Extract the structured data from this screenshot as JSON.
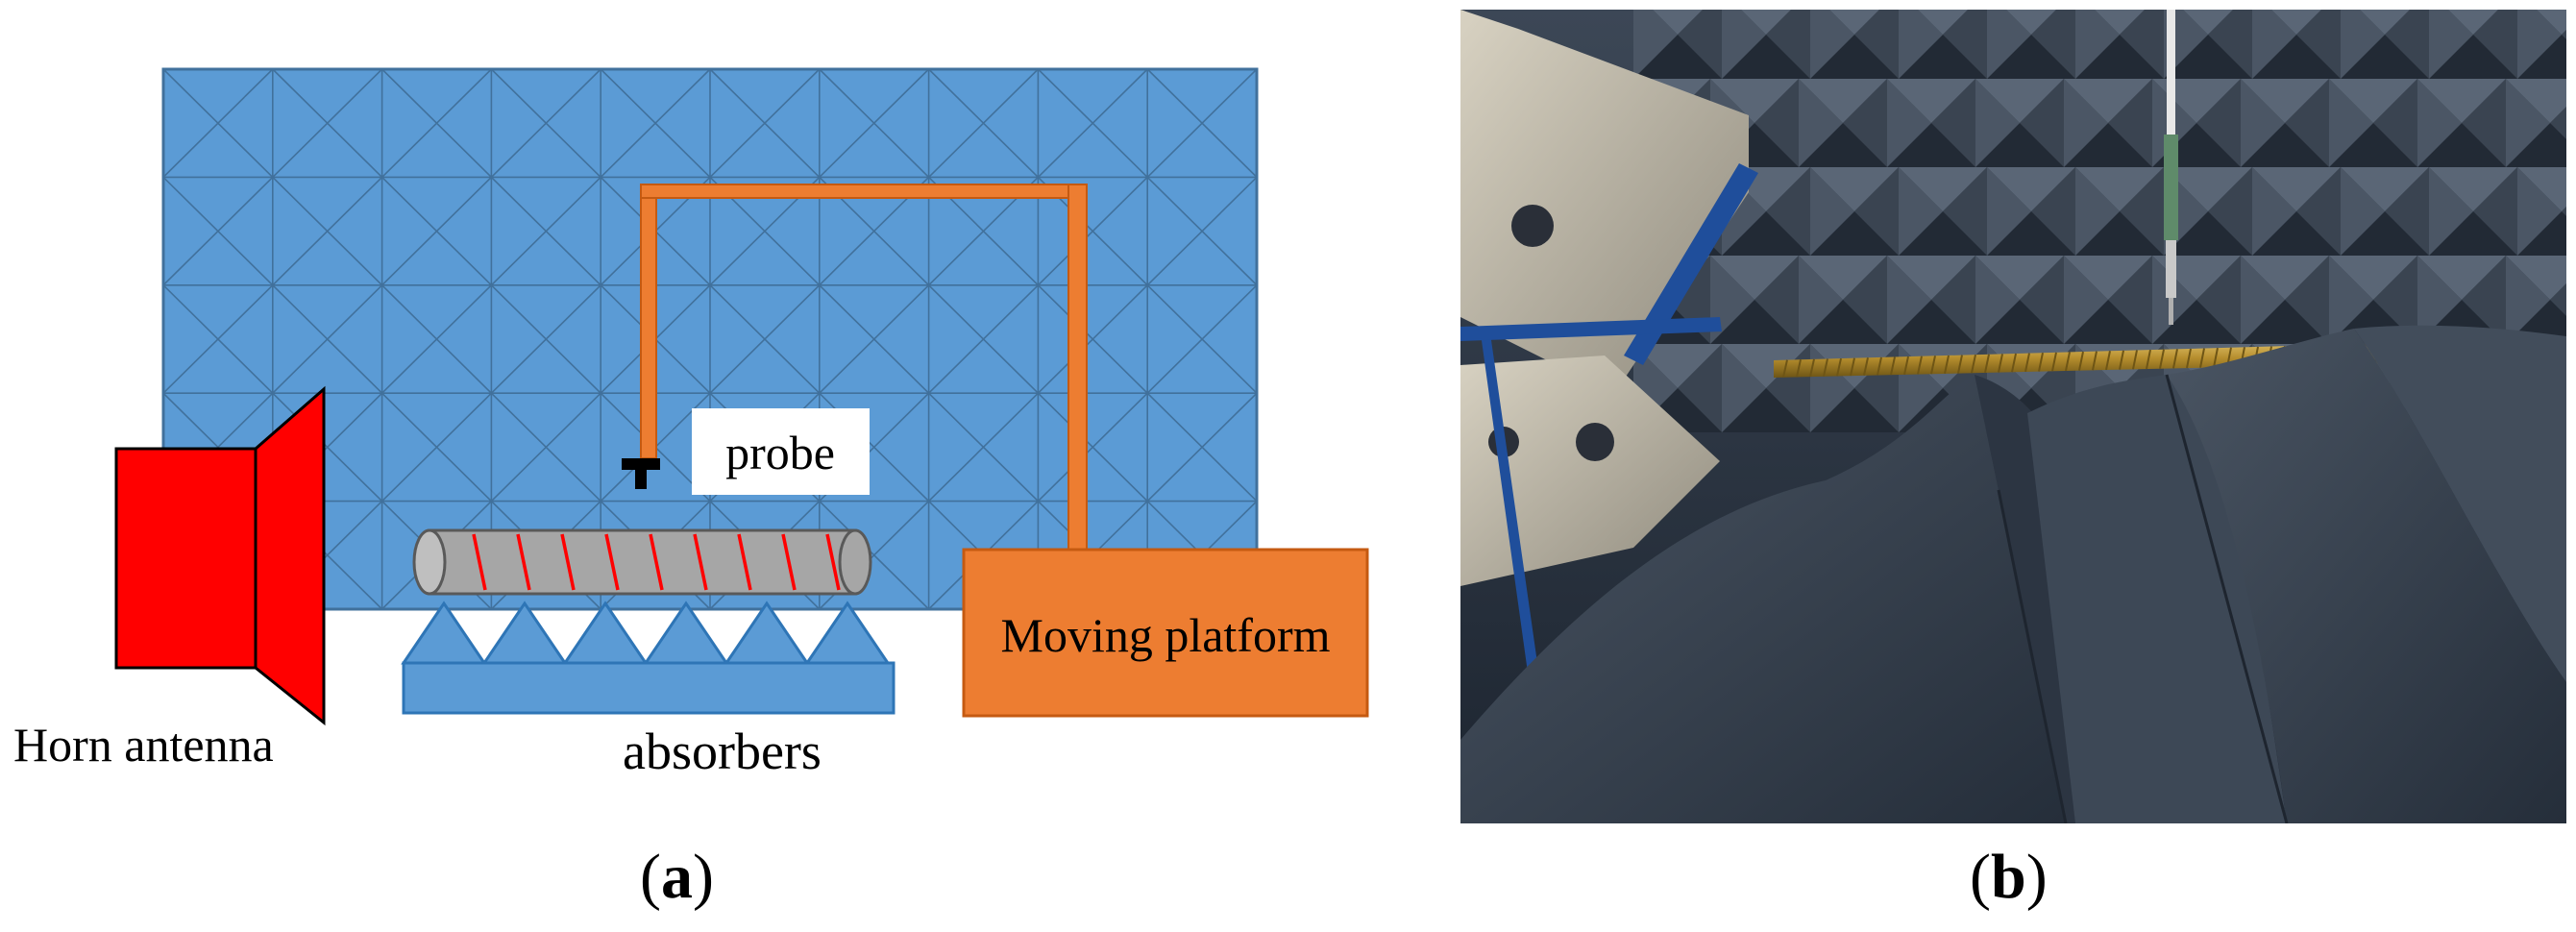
{
  "panel_a": {
    "labels": {
      "probe": "probe",
      "platform": "Moving platform",
      "horn": "Horn antenna",
      "absorbers": "absorbers"
    },
    "caption": {
      "open": "(",
      "letter": "a",
      "close": ")"
    },
    "colors": {
      "wall": "#5B9BD5",
      "wall_lines": "#41719C",
      "horn": "#FF0000",
      "arm": "#ED7D31",
      "cylinder": "#A6A6A6",
      "coil": "#FF0000"
    }
  },
  "panel_b": {
    "caption": {
      "open": "(",
      "letter": "b",
      "close": ")"
    },
    "colors": {
      "absorber_foam": "#2E3A48",
      "rod": "#C8A23A",
      "frame": "#1F4E9B"
    }
  }
}
